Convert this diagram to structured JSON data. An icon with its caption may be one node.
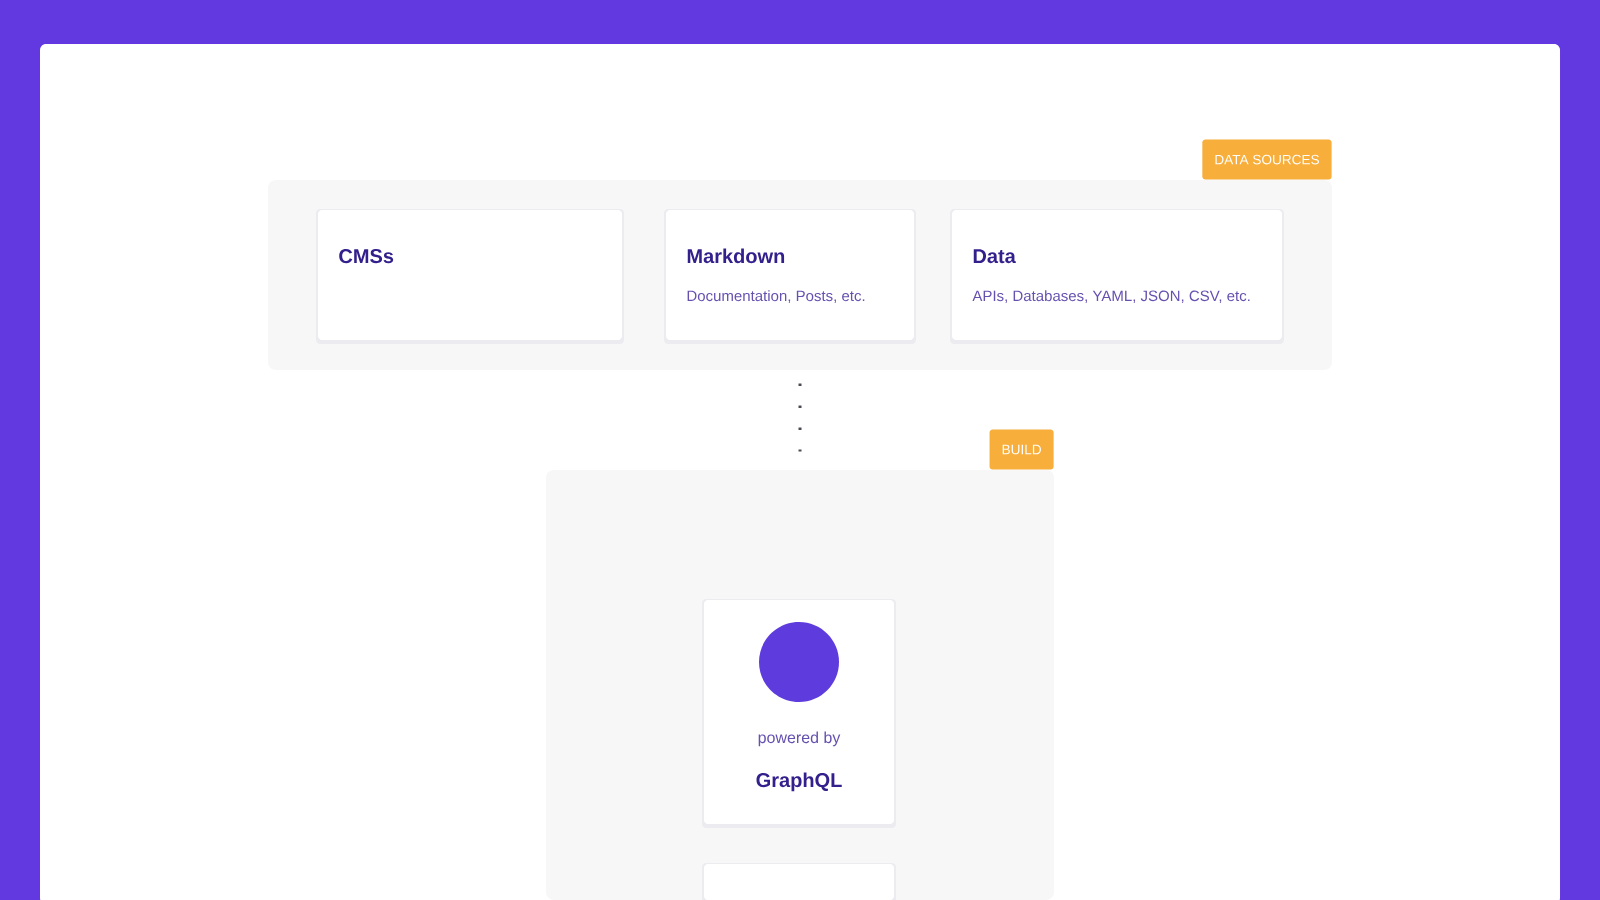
{
  "diagram": {
    "nodes": [
      {
        "text": [
          "DATA SOURCES"
        ]
      },
      {
        "text": [
          "CMSs"
        ],
        "in": 0
      },
      {
        "text": [
          "Markdown",
          "Documentation, Posts, etc."
        ],
        "in": 0
      },
      {
        "text": [
          "Data",
          "APIs, Databases, YAML, JSON, CSV, etc."
        ],
        "in": 0
      },
      {
        "text": [
          "BUILD"
        ]
      },
      {
        "text": [
          "powered by",
          "GraphQL"
        ],
        "in": 4
      },
      {
        "text": [],
        "shape": "box",
        "in": 4
      }
    ],
    "edges": [
      {
        "from": 0,
        "to": 4,
        "arrow": "none",
        "style": "dashed"
      }
    ]
  }
}
